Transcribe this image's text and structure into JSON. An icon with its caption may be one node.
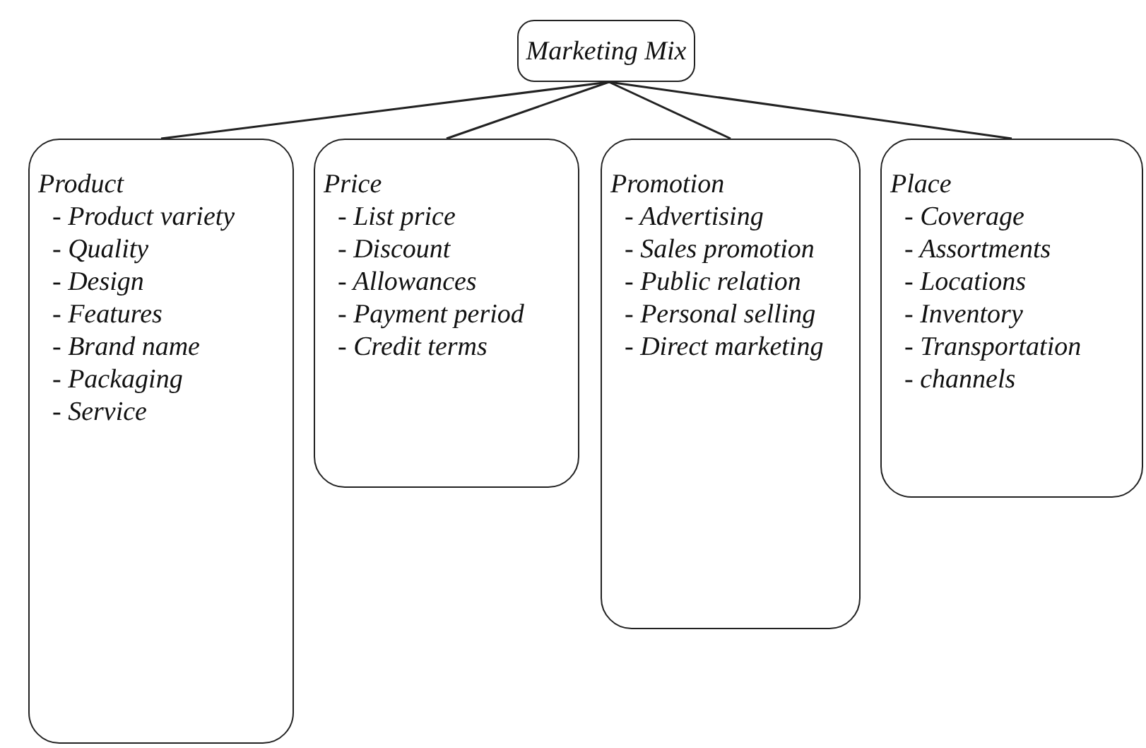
{
  "diagram": {
    "nodes": [
      {
        "text": [
          "Marketing Mix"
        ]
      },
      {
        "text": [
          "Product",
          "- Product variety",
          "- Quality",
          "- Design",
          "- Features",
          "- Brand name",
          "- Packaging",
          "- Service"
        ]
      },
      {
        "text": [
          "Price",
          "- List price",
          "- Discount",
          "- Allowances",
          "- Payment period",
          "- Credit terms"
        ]
      },
      {
        "text": [
          "Promotion",
          "- Advertising",
          "- Sales promotion",
          "- Public relation",
          "- Personal selling",
          "- Direct marketing"
        ]
      },
      {
        "text": [
          "Place",
          "- Coverage",
          "- Assortments",
          "- Locations",
          "- Inventory",
          "- Transportation",
          "- channels"
        ]
      }
    ],
    "edges": [
      {
        "from": 0,
        "to": 1,
        "arrow": "none"
      },
      {
        "from": 0,
        "to": 2,
        "arrow": "none"
      },
      {
        "from": 0,
        "to": 3,
        "arrow": "none"
      },
      {
        "from": 0,
        "to": 4,
        "arrow": "none"
      }
    ]
  }
}
